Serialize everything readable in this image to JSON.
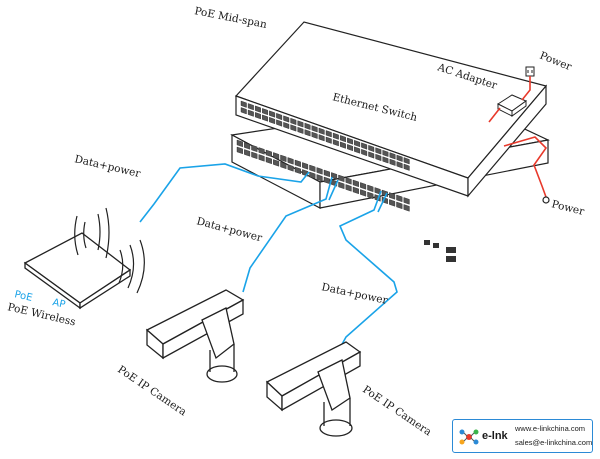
{
  "labels": {
    "poe_midspan": "PoE Mid-span",
    "ethernet_switch": "Ethernet Switch",
    "ac_adapter": "AC Adapter",
    "power_top": "Power",
    "power_right": "Power",
    "data_power_ap": "Data+power",
    "data_power_cam1": "Data+power",
    "data_power_cam2": "Data+power",
    "ap_poe": "PoE",
    "ap_ap": "AP",
    "poe_wireless": "PoE Wireless",
    "camera1": "PoE IP Camera",
    "camera2": "PoE IP Camera"
  },
  "logo": {
    "name": "e-lnk",
    "website": "www.e-linkchina.com",
    "email": "sales@e-linkchina.com"
  },
  "colors": {
    "data_cable": "#1aa3e8",
    "power_cable": "#e8392b",
    "device_outline": "#222222",
    "logo_border": "#2b8ad6"
  }
}
